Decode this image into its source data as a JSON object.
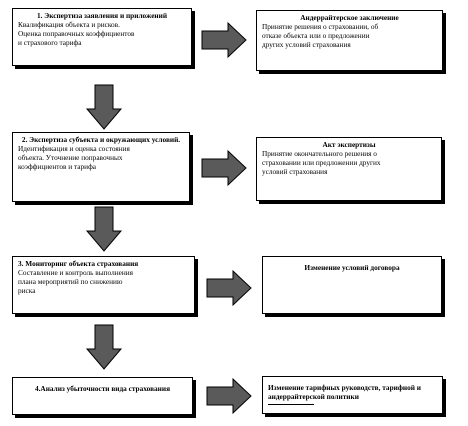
{
  "steps": [
    {
      "title": "1. Экспертиза заявления и приложений",
      "body_lines": [
        "Квалификация объекта и рисков.",
        "Оценка поправочных коэффициентов",
        "и страхового тарифа"
      ]
    },
    {
      "title": "2. Экспертиза субъекта и окружающих условий.",
      "body_lines": [
        "Идентификация и оценка состояния",
        "объекта. Уточнение поправочных",
        "коэффициентов и тарифа"
      ]
    },
    {
      "title": "3. Мониторинг объекта страхования",
      "body_lines": [
        "Составление и контроль выполнения",
        "плана мероприятий по снижению",
        "риска"
      ]
    },
    {
      "title": "4.Анализ убыточности вида страхования",
      "body_lines": []
    }
  ],
  "results": [
    {
      "title": "Андеррайтерское заключение",
      "body_lines": [
        "Принятие решения о страховании, об",
        "отказе объекта или о предложении",
        "других условий страхования"
      ]
    },
    {
      "title": "Акт экспертизы",
      "body_lines": [
        "Принятие окончательного решения о",
        "страховании или предложении других",
        "условий страхования"
      ]
    },
    {
      "title": "Изменение условий договора",
      "body_lines": []
    },
    {
      "title": "Изменение тарифных руководств, тарифной и андеррайтерской политики",
      "body_lines": []
    }
  ],
  "colors": {
    "arrow_fill": "#5a5a5a",
    "arrow_stroke": "#000000",
    "box_border": "#000000"
  }
}
